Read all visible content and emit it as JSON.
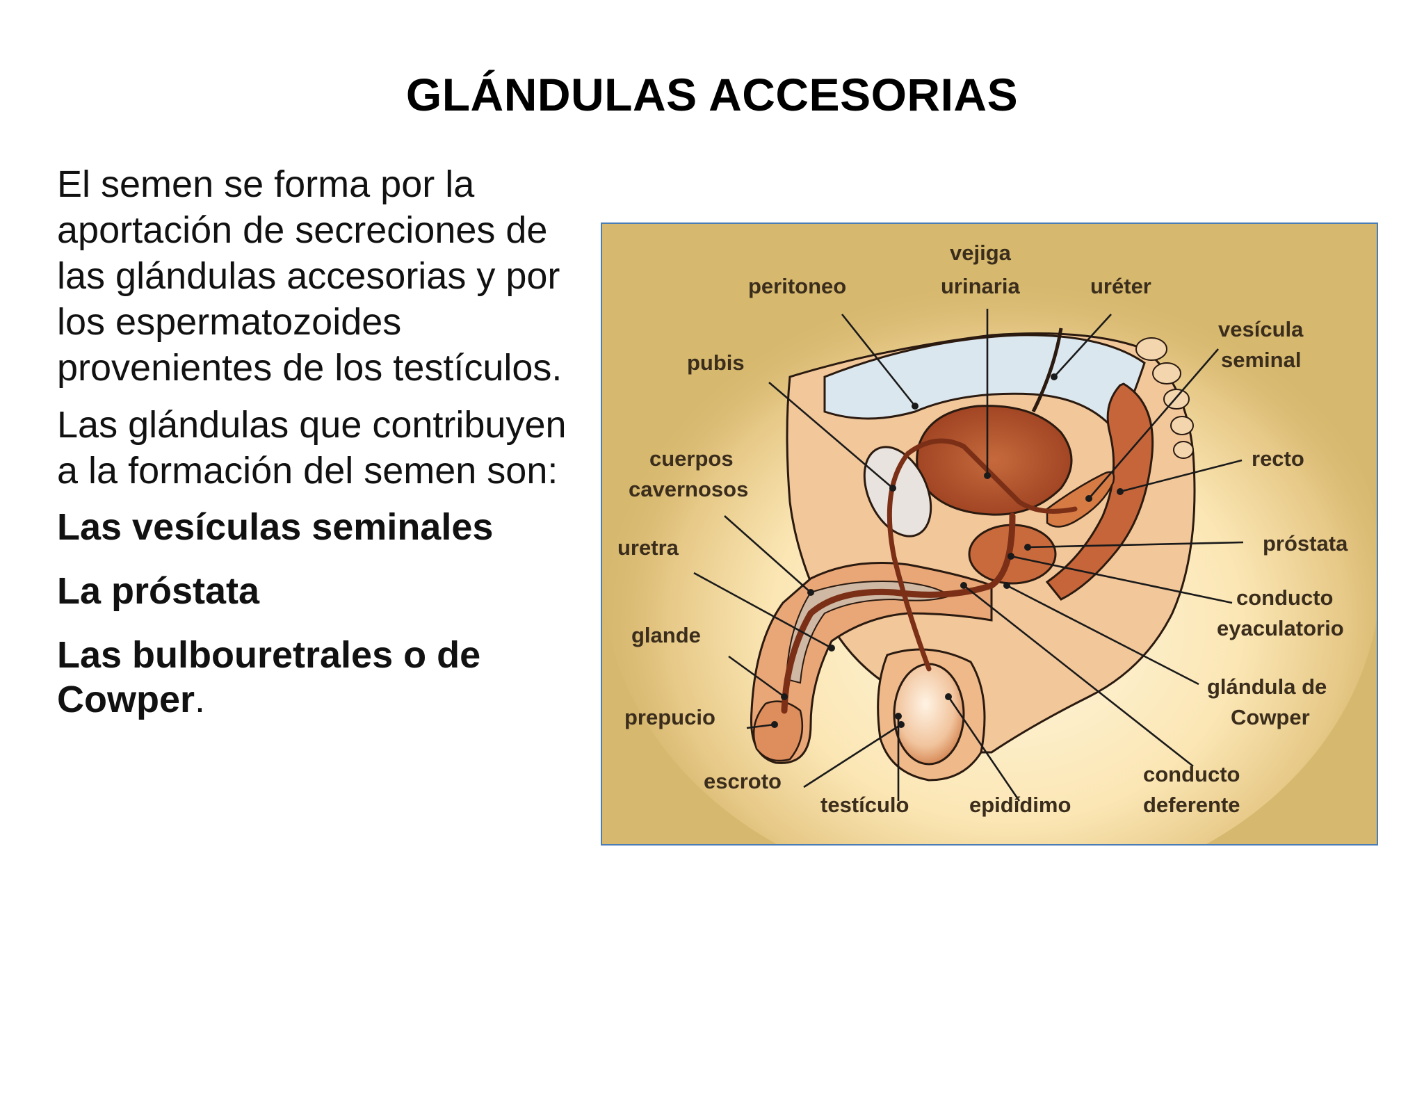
{
  "slide": {
    "title": "GLÁNDULAS ACCESORIAS",
    "paragraphs": [
      "El semen se forma por la aportación de secreciones de las glándulas accesorias y por los espermatozoides provenientes de los testículos.",
      "Las glándulas que contribuyen a la formación del semen son:"
    ],
    "glands": [
      "Las vesículas seminales",
      "La próstata",
      "Las bulbouretrales o de Cowper"
    ],
    "last_item_suffix": "."
  },
  "diagram": {
    "labels": {
      "peritoneo": "peritoneo",
      "vejiga": "vejiga",
      "urinaria": "urinaria",
      "ureter": "uréter",
      "vesicula": "vesícula",
      "seminal": "seminal",
      "pubis": "pubis",
      "recto": "recto",
      "cuerpos": "cuerpos",
      "cavernosos": "cavernosos",
      "prostata": "próstata",
      "uretra": "uretra",
      "conducto_eyac_1": "conducto",
      "conducto_eyac_2": "eyaculatorio",
      "glande": "glande",
      "glandula_1": "glándula de",
      "glandula_2": "Cowper",
      "prepucio": "prepucio",
      "escroto": "escroto",
      "conducto_def_1": "conducto",
      "conducto_def_2": "deferente",
      "testiculo": "testículo",
      "epididimo": "epidídimo"
    },
    "colors": {
      "background": "#d6b96e",
      "glow": "#fff6dc",
      "tissue": "#f2c79a",
      "tissue_dark": "#d9875a",
      "organ": "#b8522c",
      "bladder_cavity": "#dbe7ee",
      "frame_border": "#4a7cb5"
    }
  }
}
